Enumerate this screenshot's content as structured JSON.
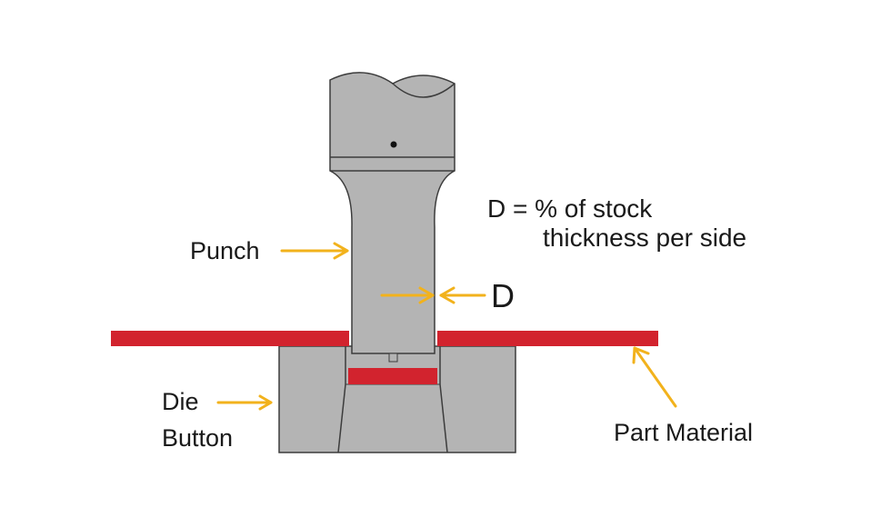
{
  "diagram": {
    "labels": {
      "punch": "Punch",
      "die_line1": "Die",
      "die_line2": "Button",
      "part_material": "Part Material",
      "d_marker": "D",
      "definition_line1": "D = % of stock",
      "definition_line2": "thickness per side"
    },
    "colors": {
      "metal": "#b4b4b4",
      "outline": "#3c3c3c",
      "material": "#d2232e",
      "arrow": "#f2b21c",
      "text": "#1a1a1a"
    }
  }
}
